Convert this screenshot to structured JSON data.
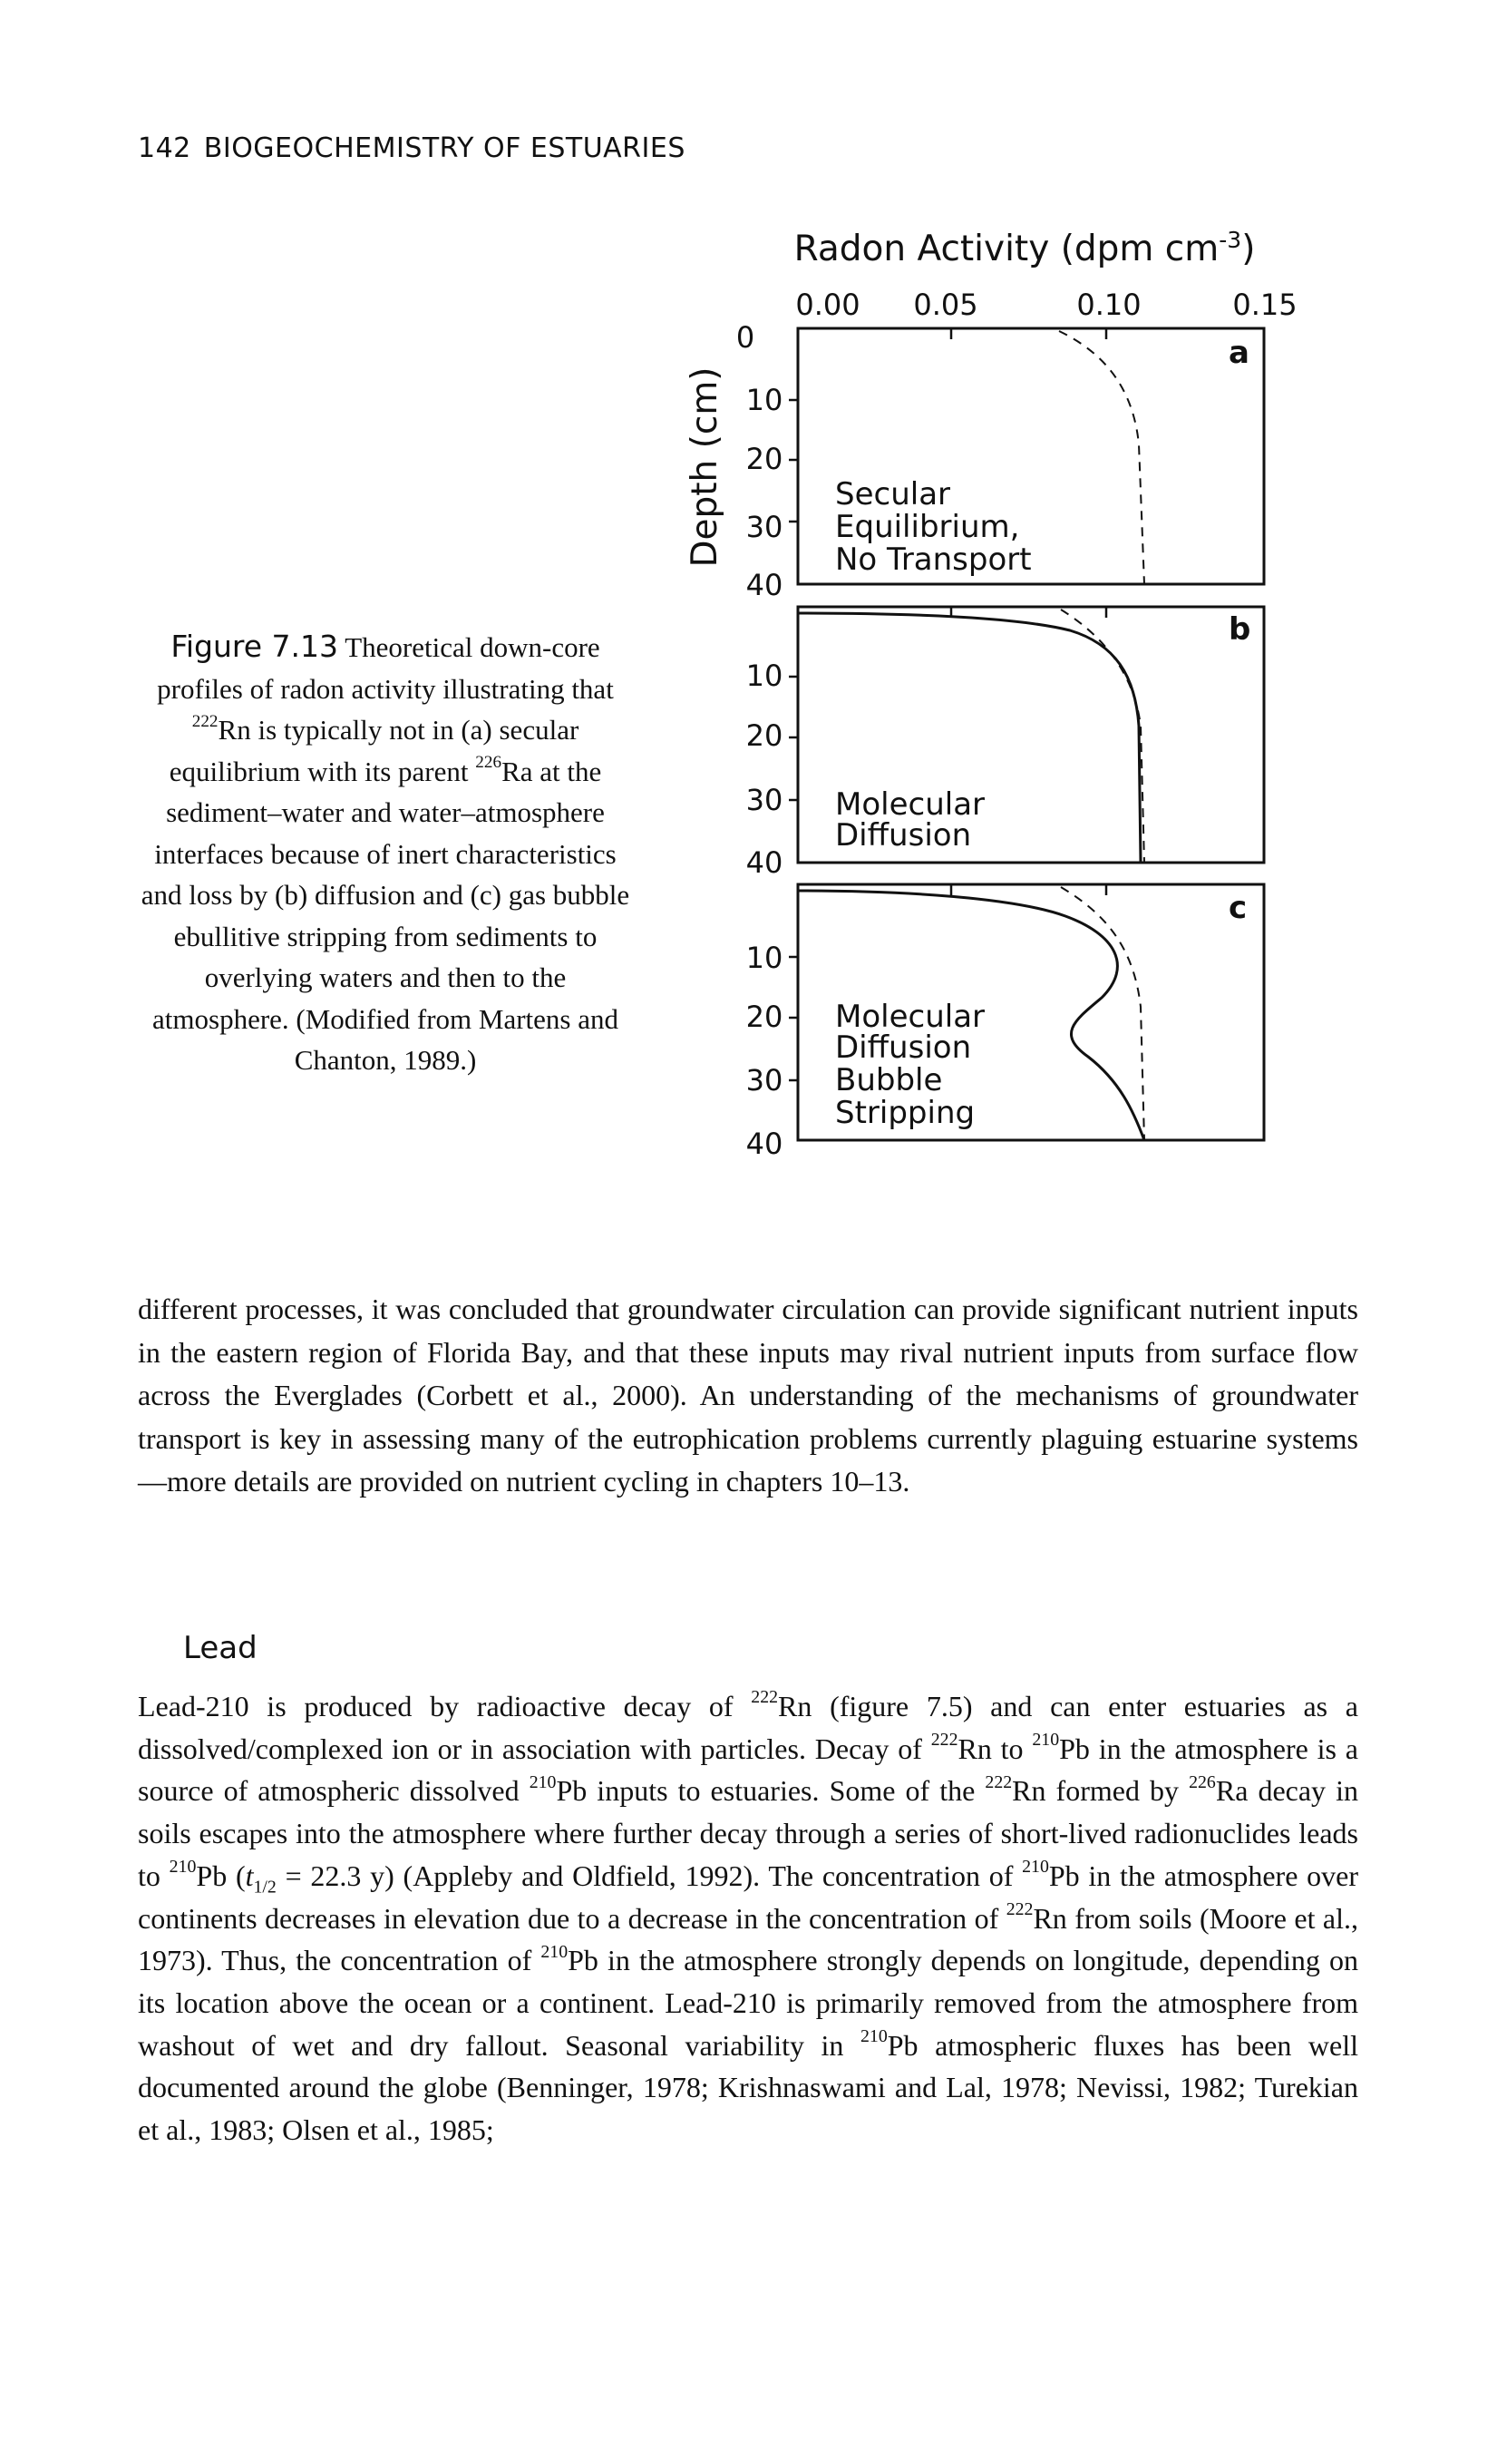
{
  "running_head": {
    "page_number": "142",
    "title": "BIOGEOCHEMISTRY OF ESTUARIES"
  },
  "figure": {
    "label": "Figure 7.13",
    "caption_parts": {
      "p1": " Theoretical down-core profiles of radon activity illustrating that ",
      "iso1": "222",
      "el1": "Rn",
      "p2": " is typically not in (a) secular equilibrium with its parent ",
      "iso2": "226",
      "el2": "Ra",
      "p3": " at the sediment–water and water–atmosphere interfaces because of inert characteristics and loss by (b) diffusion and (c) gas bubble ebullitive stripping from sediments to overlying waters and then to the atmosphere. (Modified from Martens and Chanton, 1989.)"
    },
    "x_axis_title": "Radon Activity (dpm cm",
    "x_axis_exp": "-3",
    "x_axis_close": ")",
    "y_axis_title": "Depth (cm)",
    "x_ticks": [
      "0.00",
      "0.05",
      "0.10",
      "0.15"
    ],
    "y_ticks_a": [
      "0",
      "10",
      "20",
      "30",
      "40"
    ],
    "y_ticks_bc": [
      "10",
      "20",
      "30",
      "40"
    ],
    "panels": [
      {
        "letter": "a",
        "lines": [
          "Secular",
          "Equilibrium,",
          "No Transport"
        ]
      },
      {
        "letter": "b",
        "lines": [
          "Molecular",
          "Diffusion"
        ]
      },
      {
        "letter": "c",
        "lines": [
          "Molecular",
          "Diffusion",
          "Bubble",
          "Stripping"
        ]
      }
    ]
  },
  "paragraph1": "different processes, it was concluded that groundwater circulation can provide significant nutrient inputs in the eastern region of Florida Bay, and that these inputs may rival nutrient inputs from surface flow across the Everglades (Corbett et al., 2000). An understanding of the mechanisms of groundwater transport is key in assessing many of the eutrophication problems currently plaguing estuarine systems—more details are provided on nutrient cycling in chapters 10–13.",
  "section_heading": "Lead",
  "lead": {
    "t1": "Lead-210 is produced by radioactive decay of ",
    "s1": "222",
    "t2": "Rn (figure 7.5) and can enter estuaries as a dissolved/complexed ion or in association with particles. Decay of ",
    "s2": "222",
    "t3": "Rn to ",
    "s3": "210",
    "t4": "Pb in the atmosphere is a source of atmospheric dissolved ",
    "s4": "210",
    "t5": "Pb inputs to estuaries. Some of the ",
    "s5": "222",
    "t6": "Rn formed by ",
    "s6": "226",
    "t7": "Ra decay in soils escapes into the atmosphere where further decay through a series of short-lived radionuclides leads to ",
    "s7": "210",
    "t8": "Pb (",
    "t_italic": "t",
    "t_sub": "1/2",
    "t9": " = 22.3 y) (Appleby and Oldfield, 1992). The concentration of ",
    "s8": "210",
    "t10": "Pb in the atmosphere over continents decreases in elevation due to a decrease in the concentration of ",
    "s9": "222",
    "t11": "Rn from soils (Moore et al., 1973). Thus, the concentration of ",
    "s10": "210",
    "t12": "Pb in the atmosphere strongly depends on longitude, depending on its location above the ocean or a continent. Lead-210 is primarily removed from the atmosphere from washout of wet and dry fallout. Seasonal variability in ",
    "s11": "210",
    "t13": "Pb atmospheric fluxes has been well documented around the globe (Benninger, 1978; Krishnaswami and Lal, 1978; Nevissi, 1982; Turekian et al., 1983; Olsen et al., 1985;"
  }
}
